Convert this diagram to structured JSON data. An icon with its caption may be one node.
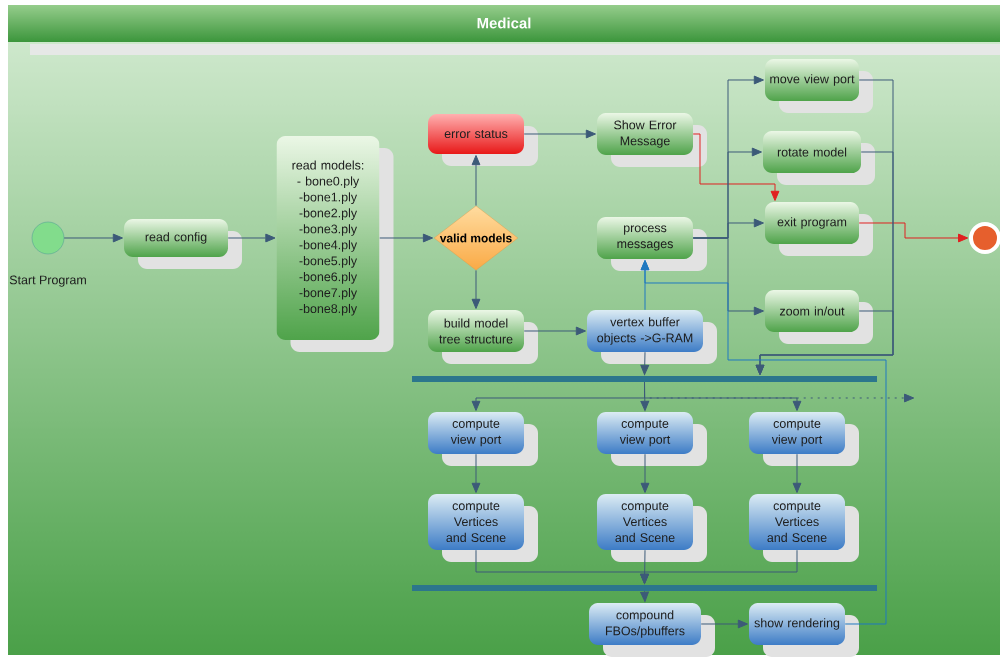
{
  "diagram": {
    "title": "Medical",
    "nodes": [
      {
        "text": [],
        "shape": "circle",
        "beside": [
          "Start Program"
        ]
      },
      {
        "text": [
          "read config"
        ]
      },
      {
        "text": [
          "read models:",
          "- bone0.ply",
          "-bone1.ply",
          "-bone2.ply",
          "-bone3.ply",
          "-bone4.ply",
          "-bone5.ply",
          "-bone6.ply",
          "-bone7.ply",
          "-bone8.ply"
        ]
      },
      {
        "text": [
          "error status"
        ]
      },
      {
        "text": [
          "valid models"
        ]
      },
      {
        "text": [
          "build model tree structure"
        ]
      },
      {
        "text": [
          "Show  Error Message"
        ]
      },
      {
        "text": [
          "process messages"
        ]
      },
      {
        "text": [
          "vertex buffer objects ->G-RAM"
        ]
      },
      {
        "text": [
          "move view port"
        ]
      },
      {
        "text": [
          "rotate model"
        ]
      },
      {
        "text": [
          "exit program"
        ]
      },
      {
        "text": [
          "zoom in/out"
        ]
      },
      {
        "text": [],
        "shape": "circle"
      },
      {
        "text": [],
        "shape": "bar"
      },
      {
        "text": [
          "compute view port"
        ]
      },
      {
        "text": [
          "compute view port"
        ]
      },
      {
        "text": [
          "compute view port"
        ]
      },
      {
        "text": [
          "compute Vertices and Scene"
        ]
      },
      {
        "text": [
          "compute Vertices and Scene"
        ]
      },
      {
        "text": [
          "compute Vertices and Scene"
        ]
      },
      {
        "text": [],
        "shape": "bar"
      },
      {
        "text": [
          "compound FBOs/pbuffers"
        ]
      },
      {
        "text": [
          "show rendering"
        ]
      }
    ],
    "edges": [
      {
        "from": 0,
        "to": 1,
        "arrow": "to"
      },
      {
        "from": 1,
        "to": 2,
        "arrow": "to"
      },
      {
        "from": 2,
        "to": 4,
        "arrow": "to"
      },
      {
        "from": 4,
        "to": 3,
        "arrow": "to"
      },
      {
        "from": 4,
        "to": 5,
        "arrow": "to"
      },
      {
        "from": 3,
        "to": 6,
        "arrow": "to"
      },
      {
        "from": 5,
        "to": 8,
        "arrow": "to"
      },
      {
        "from": 6,
        "to": 11,
        "arrow": "to",
        "color": "#e02020"
      },
      {
        "from": 11,
        "to": 13,
        "arrow": "to",
        "color": "#e02020"
      },
      {
        "from": 8,
        "to": 7,
        "arrow": "to",
        "color": "#1f78c0"
      },
      {
        "from": 7,
        "to": 9,
        "arrow": "to"
      },
      {
        "from": 7,
        "to": 10,
        "arrow": "to"
      },
      {
        "from": 7,
        "to": 11,
        "arrow": "to"
      },
      {
        "from": 7,
        "to": 12,
        "arrow": "to"
      },
      {
        "from": 9,
        "to": 14,
        "arrow": "to"
      },
      {
        "from": 10,
        "to": 14,
        "arrow": "to"
      },
      {
        "from": 12,
        "to": 14,
        "arrow": "to"
      },
      {
        "from": 8,
        "to": 14,
        "arrow": "to"
      },
      {
        "from": 14,
        "to": 15,
        "arrow": "to"
      },
      {
        "from": 14,
        "to": 16,
        "arrow": "to"
      },
      {
        "from": 14,
        "to": 17,
        "arrow": "to"
      },
      {
        "from": 14,
        "to": null,
        "arrow": "to",
        "style": "dashed"
      },
      {
        "from": 15,
        "to": 18,
        "arrow": "to"
      },
      {
        "from": 16,
        "to": 19,
        "arrow": "to"
      },
      {
        "from": 17,
        "to": 20,
        "arrow": "to"
      },
      {
        "from": 18,
        "to": 21,
        "arrow": "to"
      },
      {
        "from": 19,
        "to": 21,
        "arrow": "to"
      },
      {
        "from": 20,
        "to": 21,
        "arrow": "to"
      },
      {
        "from": 21,
        "to": 22,
        "arrow": "to"
      },
      {
        "from": 22,
        "to": 23,
        "arrow": "to"
      },
      {
        "from": 23,
        "to": 7,
        "arrow": "to",
        "color": "#1f78c0"
      }
    ]
  }
}
